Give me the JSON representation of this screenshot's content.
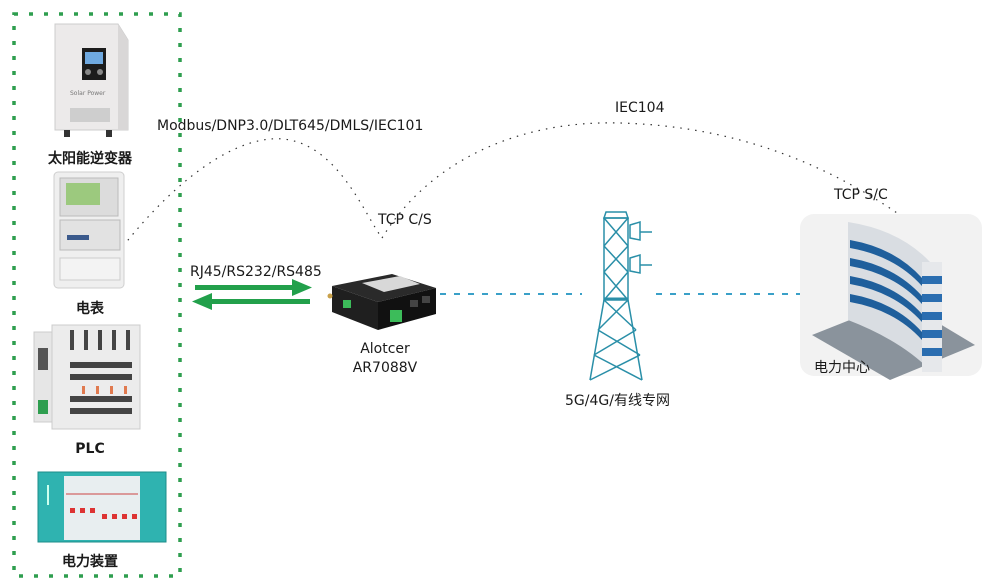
{
  "diagram": {
    "devices_group": {
      "items": [
        {
          "id": "solar-inverter",
          "label": "太阳能逆变器",
          "device_text": "Solar Power"
        },
        {
          "id": "electric-meter",
          "label": "电表"
        },
        {
          "id": "plc",
          "label": "PLC"
        },
        {
          "id": "power-equipment",
          "label": "电力装置"
        }
      ],
      "border_color": "#2e9e4f"
    },
    "links": {
      "serial_label": "RJ45/RS232/RS485",
      "protocol_label": "Modbus/DNP3.0/DLT645/DMLS/IEC101",
      "tcp_cs_label": "TCP C/S",
      "iec104_label": "IEC104",
      "tcp_sc_label": "TCP S/C",
      "network_label": "5G/4G/有线专网",
      "arrow_color": "#22a04b",
      "network_line_color": "#3aa0c8"
    },
    "gateway": {
      "brand": "Alotcer",
      "model": "AR7088V"
    },
    "center": {
      "label": "电力中心"
    }
  }
}
